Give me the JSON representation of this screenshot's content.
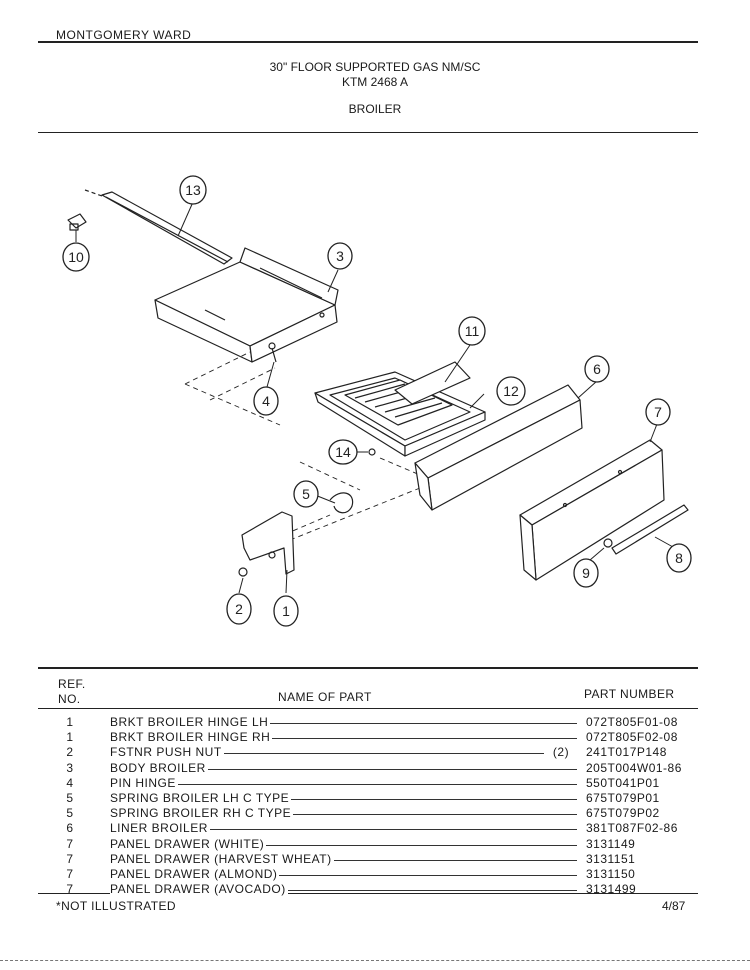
{
  "header": {
    "brand": "MONTGOMERY WARD",
    "title_line1": "30\" FLOOR SUPPORTED GAS NM/SC",
    "title_line2": "KTM 2468 A",
    "section": "BROILER"
  },
  "diagram": {
    "callouts": [
      "13",
      "10",
      "3",
      "4",
      "11",
      "12",
      "6",
      "7",
      "14",
      "5",
      "8",
      "9",
      "2",
      "1"
    ]
  },
  "table": {
    "col_ref_line1": "REF.",
    "col_ref_line2": "NO.",
    "col_name": "NAME OF PART",
    "col_part": "PART NUMBER",
    "rows": [
      {
        "ref": "1",
        "name": "BRKT BROILER HINGE LH",
        "qty": "",
        "part": "072T805F01-08"
      },
      {
        "ref": "1",
        "name": "BRKT BROILER HINGE RH",
        "qty": "",
        "part": "072T805F02-08"
      },
      {
        "ref": "2",
        "name": "FSTNR PUSH NUT",
        "qty": "(2)",
        "part": "241T017P148"
      },
      {
        "ref": "3",
        "name": "BODY BROILER",
        "qty": "",
        "part": "205T004W01-86"
      },
      {
        "ref": "4",
        "name": "PIN HINGE",
        "qty": "",
        "part": "550T041P01"
      },
      {
        "ref": "5",
        "name": "SPRING BROILER LH C TYPE",
        "qty": "",
        "part": "675T079P01"
      },
      {
        "ref": "5",
        "name": "SPRING BROILER RH C TYPE",
        "qty": "",
        "part": "675T079P02"
      },
      {
        "ref": "6",
        "name": "LINER BROILER",
        "qty": "",
        "part": "381T087F02-86"
      },
      {
        "ref": "7",
        "name": "PANEL DRAWER (WHITE)",
        "qty": "",
        "part": "3131149"
      },
      {
        "ref": "7",
        "name": "PANEL DRAWER (HARVEST WHEAT)",
        "qty": "",
        "part": "3131151"
      },
      {
        "ref": "7",
        "name": "PANEL DRAWER (ALMOND)",
        "qty": "",
        "part": "3131150"
      },
      {
        "ref": "7",
        "name": "PANEL DRAWER (AVOCADO)",
        "qty": "",
        "part": "3131499"
      }
    ]
  },
  "footer": {
    "note": "*NOT ILLUSTRATED",
    "date": "4/87"
  }
}
